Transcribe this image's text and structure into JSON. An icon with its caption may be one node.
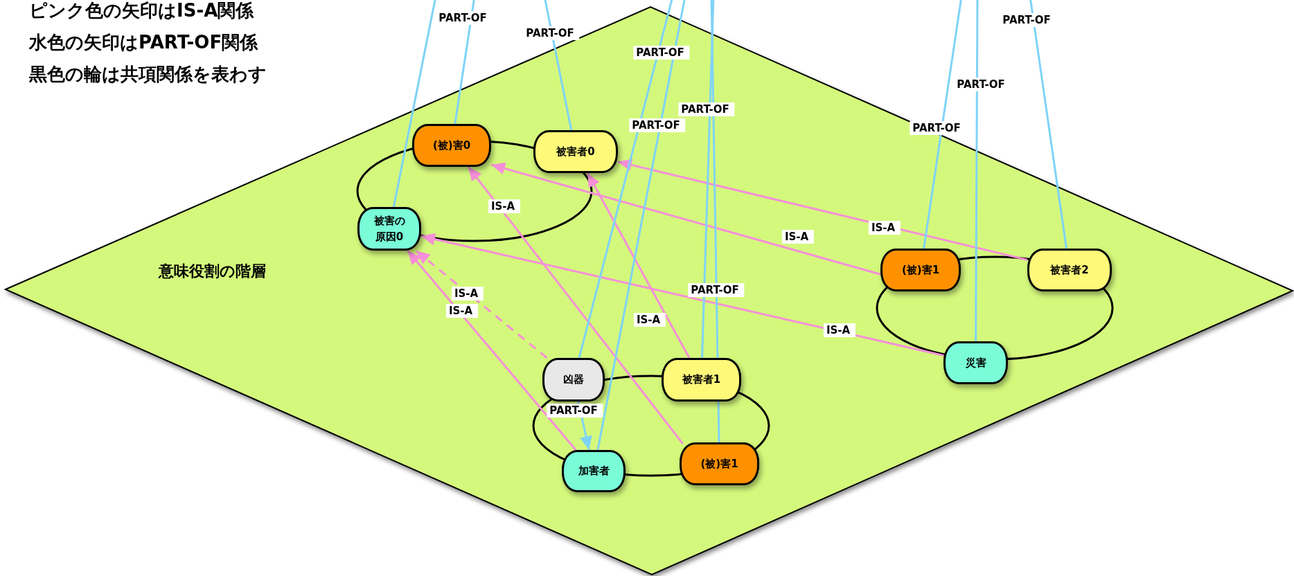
{
  "diagram": {
    "nodes": [
      {
        "text": [
          "意味役割の階層"
        ]
      },
      {
        "text": [
          "(被)害0"
        ],
        "in": 0
      },
      {
        "text": [
          "被害者0"
        ],
        "in": 0
      },
      {
        "text": [
          "被害の原因0"
        ],
        "in": 0
      },
      {
        "text": [
          "凶器"
        ],
        "in": 0
      },
      {
        "text": [
          "被害者1"
        ],
        "in": 0
      },
      {
        "text": [
          "加害者"
        ],
        "in": 0
      },
      {
        "text": [
          "(被)害1"
        ],
        "in": 0
      },
      {
        "text": [
          "(被)害1"
        ],
        "in": 0
      },
      {
        "text": [
          "被害者2"
        ],
        "in": 0
      },
      {
        "text": [
          "災害"
        ],
        "in": 0
      }
    ],
    "edges": [
      {
        "from": 5,
        "to": 2,
        "arrow": "to",
        "label": "IS-A",
        "color": "#f58fd8"
      },
      {
        "from": 7,
        "to": 1,
        "arrow": "to",
        "label": "IS-A",
        "color": "#f58fd8"
      },
      {
        "from": 9,
        "to": 2,
        "arrow": "to",
        "label": "IS-A",
        "color": "#f58fd8"
      },
      {
        "from": 8,
        "to": 1,
        "arrow": "to",
        "label": "IS-A",
        "color": "#f58fd8"
      },
      {
        "from": 10,
        "to": 3,
        "arrow": "to",
        "label": "IS-A",
        "color": "#f58fd8"
      },
      {
        "from": 6,
        "to": 3,
        "arrow": "to",
        "label": "IS-A",
        "color": "#f58fd8"
      },
      {
        "from": 4,
        "to": 3,
        "arrow": "to",
        "label": "IS-A",
        "color": "#f58fd8",
        "style": "dashed"
      },
      {
        "from": 4,
        "to": 6,
        "arrow": "to",
        "label": "PART-OF"
      },
      {
        "from": 3,
        "to": null,
        "arrow": "none"
      },
      {
        "from": 1,
        "to": null,
        "arrow": "none",
        "label": "PART-OF"
      },
      {
        "from": 2,
        "to": null,
        "arrow": "none",
        "label": "PART-OF"
      },
      {
        "from": 4,
        "to": null,
        "arrow": "none",
        "label": "PART-OF"
      },
      {
        "from": 6,
        "to": null,
        "arrow": "none",
        "label": "PART-OF"
      },
      {
        "from": 5,
        "to": null,
        "arrow": "none",
        "label": "PART-OF"
      },
      {
        "from": 7,
        "to": null,
        "arrow": "none",
        "label": "PART-OF"
      },
      {
        "from": 8,
        "to": null,
        "arrow": "none",
        "label": "PART-OF"
      },
      {
        "from": 10,
        "to": null,
        "arrow": "none",
        "label": "PART-OF"
      },
      {
        "from": 9,
        "to": null,
        "arrow": "none",
        "label": "PART-OF"
      }
    ],
    "labels": [
      "ピンク色の矢印はIS-A関係",
      "水色の矢印はPART-OF関係",
      "黒色の輪は共項関係を表わす"
    ]
  }
}
